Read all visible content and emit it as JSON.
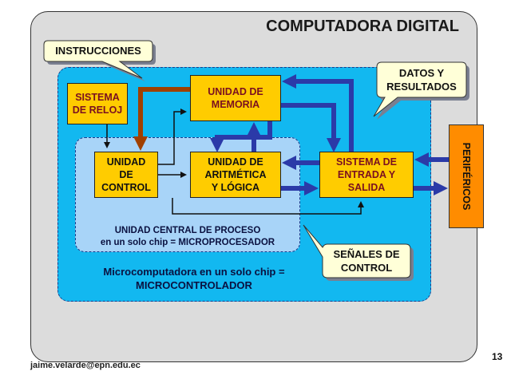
{
  "title": "COMPUTADORA DIGITAL",
  "callouts": {
    "instrucciones": "INSTRUCCIONES",
    "datos_resultados": "DATOS Y\nRESULTADOS",
    "senales_control": "SEÑALES DE\nCONTROL"
  },
  "blocks": {
    "reloj": "SISTEMA\nDE RELOJ",
    "memoria": "UNIDAD DE\nMEMORIA",
    "control": "UNIDAD\nDE\nCONTROL",
    "alu": "UNIDAD DE\nARITMÉTICA\nY LÓGICA",
    "io": "SISTEMA DE\nENTRADA Y\nSALIDA",
    "perifericos": "PERIFÉRICOS"
  },
  "labels": {
    "cpu": "UNIDAD CENTRAL DE PROCESO\nen un solo chip = MICROPROCESADOR",
    "mcu": "Microcomputadora en un solo chip =\nMICROCONTROLADOR"
  },
  "footer": {
    "email": "jaime.velarde@epn.edu.ec",
    "page": "13"
  },
  "colors": {
    "instruction_path": "#a04000",
    "data_path": "#2b3aa8",
    "control_line": "#111111",
    "block_fill": "#ffcc00",
    "peripheral_fill": "#ff8c00"
  }
}
